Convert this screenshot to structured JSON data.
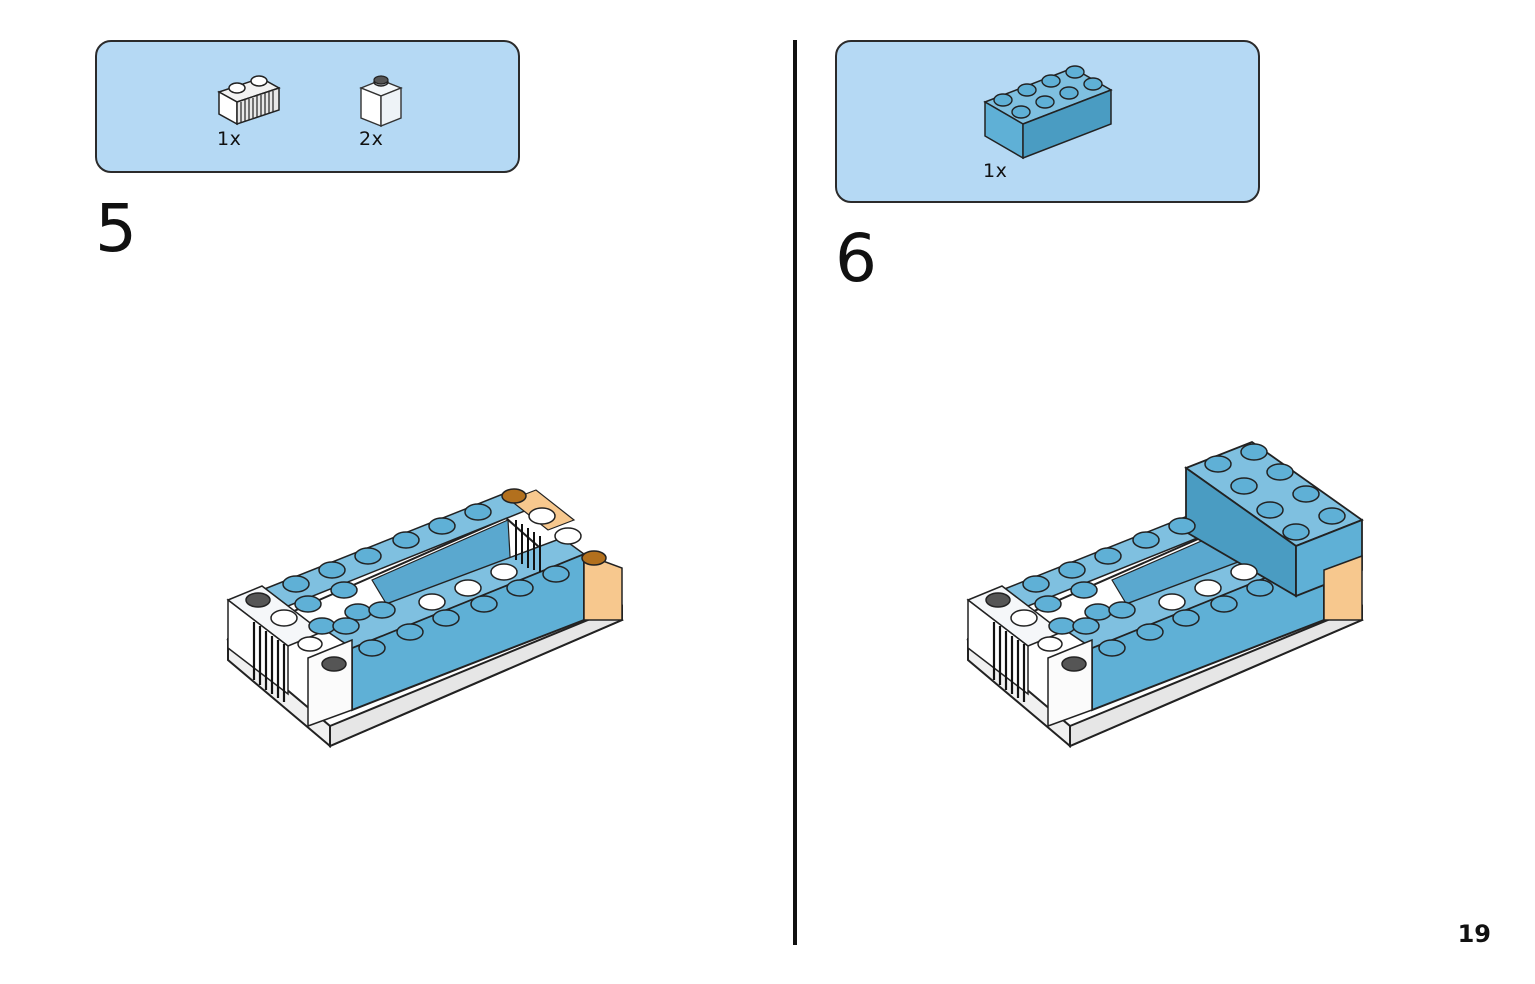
{
  "left_step": {
    "number": "5",
    "parts": [
      {
        "icon": "white-grille-brick-1x2-icon",
        "quantity": "1x"
      },
      {
        "icon": "clear-brick-1x1-icon",
        "quantity": "2x"
      }
    ]
  },
  "right_step": {
    "number": "6",
    "parts": [
      {
        "icon": "blue-brick-2x4-icon",
        "quantity": "1x"
      }
    ]
  },
  "page_number": "19",
  "colors": {
    "parts_box": "#b5d9f4",
    "brick_blue": "#5fb0d6",
    "brick_blue_dark": "#4a9cc2",
    "orange_clear": "#f7c88e"
  }
}
